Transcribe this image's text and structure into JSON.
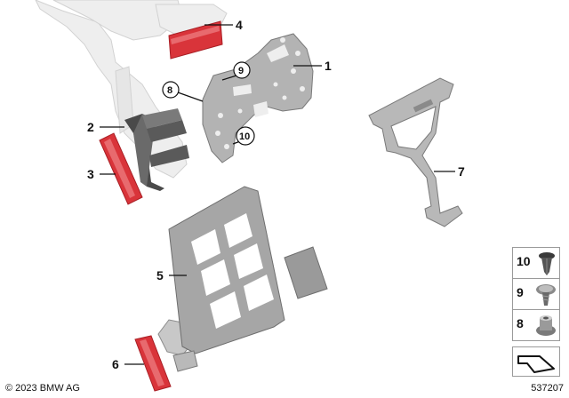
{
  "callouts": {
    "c1": "1",
    "c2": "2",
    "c3": "3",
    "c4": "4",
    "c5": "5",
    "c6": "6",
    "c7": "7",
    "c8": "8",
    "c9": "9",
    "c10": "10"
  },
  "legend": [
    {
      "number": "10",
      "icon": "expanding-rivet-icon"
    },
    {
      "number": "9",
      "icon": "screw-icon"
    },
    {
      "number": "8",
      "icon": "clip-nut-icon"
    }
  ],
  "footer": {
    "copyright": "© 2023 BMW AG",
    "diagram_number": "537207"
  },
  "colors": {
    "part_grey": "#a9a9a9",
    "part_dark": "#555555",
    "reflector_red": "#d9343a",
    "ghost": "#e4e4e4"
  }
}
